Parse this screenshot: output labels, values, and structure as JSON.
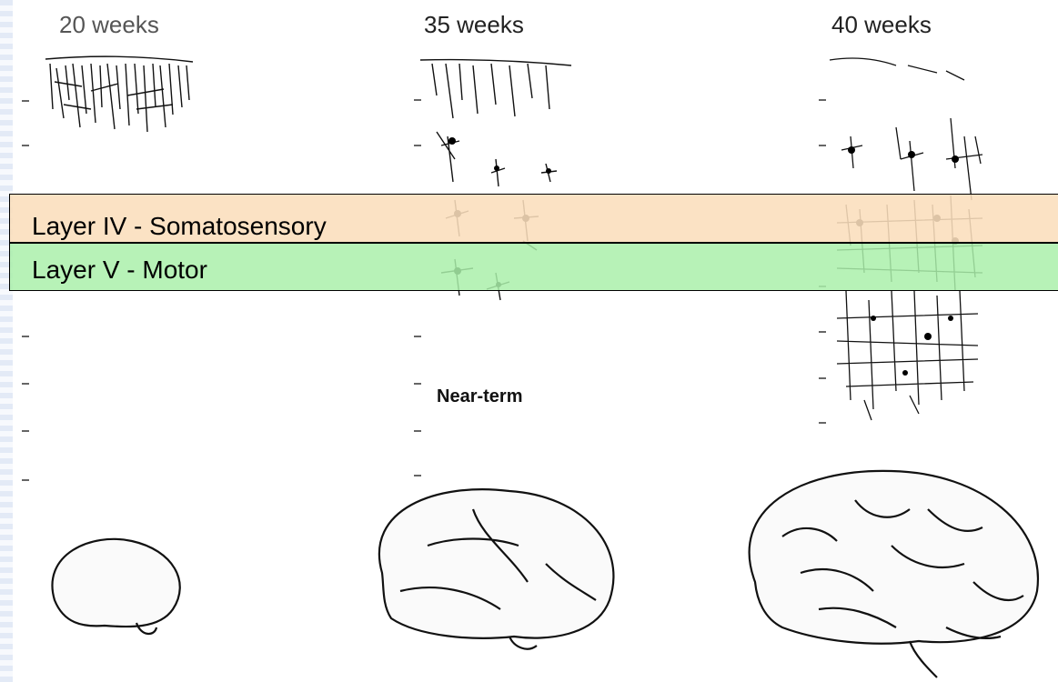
{
  "columns": [
    {
      "label": "20 weeks"
    },
    {
      "label": "35 weeks"
    },
    {
      "label": "40 weeks"
    }
  ],
  "layers": {
    "layer_iv": {
      "label": "Layer IV - Somatosensory",
      "color": "#fbdebc"
    },
    "layer_v": {
      "label": "Layer V - Motor",
      "color": "#aaf0aa"
    }
  },
  "annotation": {
    "near_term": "Near-term"
  },
  "icons": [
    "brain-20-weeks-illustration",
    "brain-35-weeks-illustration",
    "brain-40-weeks-illustration",
    "cortical-neurons-illustration"
  ]
}
